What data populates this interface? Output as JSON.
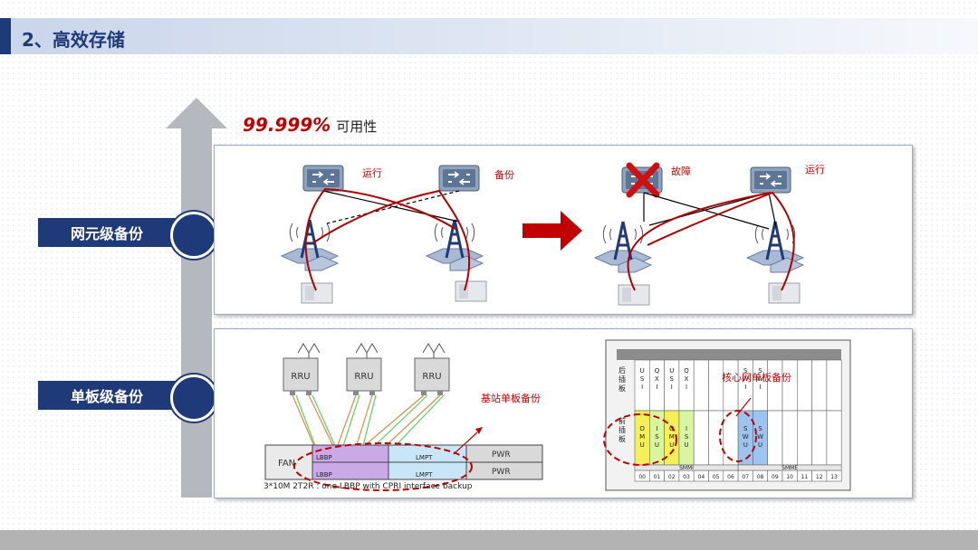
{
  "slide": {
    "title": "2、高效存储"
  },
  "availability": {
    "value": "99.999%",
    "label": "可用性"
  },
  "levels": [
    {
      "label": "网元级备份"
    },
    {
      "label": "单板级备份"
    }
  ],
  "network_panel": {
    "left_scenario": {
      "switch1_status": "运行",
      "switch2_status": "备份"
    },
    "right_scenario": {
      "switch1_status": "故障",
      "switch2_status": "运行"
    }
  },
  "board_panel": {
    "rru_labels": [
      "RRU",
      "RRU",
      "RRU"
    ],
    "bbu": {
      "fan": "FAN",
      "lbbp_rows": [
        "LBBP",
        "LBBP"
      ],
      "lmpt_rows": [
        "LMPT",
        "LMPT"
      ],
      "pwr_rows": [
        "PWR",
        "PWR"
      ]
    },
    "config_caption": "3*10M 2T2R : one LBBP with CPRI interface backup",
    "base_station_note": "基站单板备份",
    "core_note": "核心网单板备份",
    "core": {
      "row_labels": [
        "后插板",
        "前插板"
      ],
      "top_slots": [
        "USI",
        "QXI",
        "USI",
        "QXI",
        "",
        "",
        "",
        "SWI",
        "SWI",
        "",
        "",
        "",
        "",
        ""
      ],
      "front_slots": [
        "OMU",
        "ISU",
        "OMU",
        "ISU",
        "",
        "",
        "",
        "SWU",
        "SWU",
        "",
        "",
        "",
        "",
        ""
      ],
      "bottom_group_labels": [
        "SMMI",
        "SMME"
      ],
      "slot_numbers": [
        "00",
        "01",
        "02",
        "03",
        "04",
        "05",
        "06",
        "07",
        "08",
        "09",
        "10",
        "11",
        "12",
        "13"
      ]
    }
  },
  "colors": {
    "brand": "#1f3a78",
    "alert_red": "#c00000",
    "arrow_gray": "#b5b8bd"
  }
}
